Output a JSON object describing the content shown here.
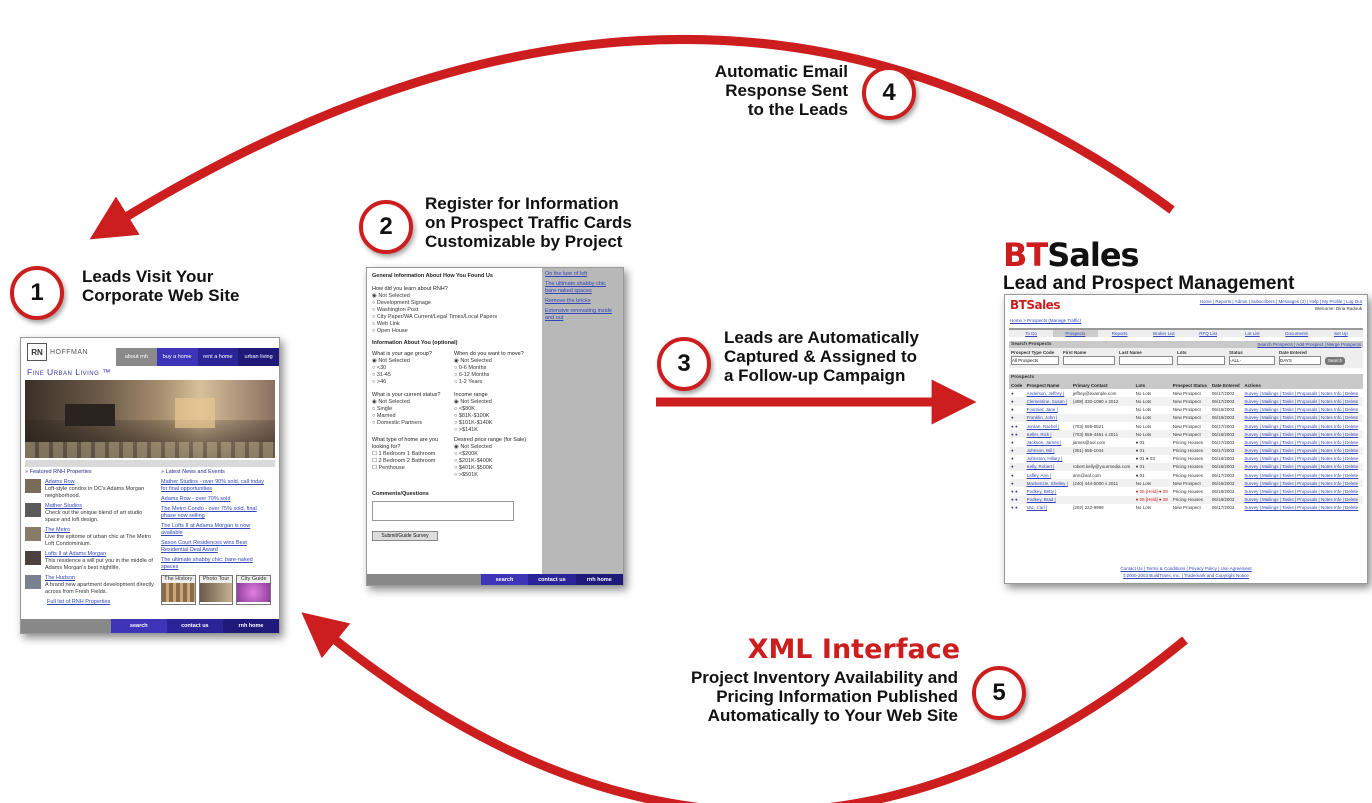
{
  "steps": [
    {
      "number": "1",
      "text": [
        "Leads Visit Your",
        "Corporate Web Site"
      ]
    },
    {
      "number": "2",
      "text": [
        "Register for Information",
        "on Prospect Traffic Cards",
        "Customizable by Project"
      ]
    },
    {
      "number": "3",
      "text": [
        "Leads are Automatically",
        "Captured & Assigned to",
        "a Follow-up Campaign"
      ]
    },
    {
      "number": "4",
      "text": [
        "Automatic Email",
        "Response Sent",
        "to the Leads"
      ]
    },
    {
      "number": "5",
      "text": [
        "Project Inventory Availability and",
        "Pricing Information Published",
        "Automatically to Your Web Site"
      ]
    }
  ],
  "btsales": {
    "brand_bt": "BT",
    "brand_sales": "Sales",
    "subtitle": "Lead and Prospect Management"
  },
  "xml_title": "XML Interface",
  "colors": {
    "red": "#cc1e1e",
    "navy": "#1f1a8c",
    "purple": "#5a3fb0",
    "gray": "#8a8a8a"
  },
  "website": {
    "logo_letters": "RN",
    "logo_word": "HOFFMAN",
    "nav": [
      "about rnh",
      "buy a home",
      "rent a home",
      "urban living"
    ],
    "banner": "Fine Urban Living ™",
    "featured_title": "Featured RNH Properties",
    "news_title": "Latest News and Events",
    "properties": [
      {
        "name": "Adams Row",
        "desc": "Loft-style condos in DC's Adams Morgan neighborhood."
      },
      {
        "name": "Mather Studios",
        "desc": "Check out the unique blend of art studio space and loft design."
      },
      {
        "name": "The Metro",
        "desc": "Live the epitome of urban chic at The Metro Loft Condominium."
      },
      {
        "name": "Lofts II at Adams Morgan",
        "desc": "This residence a will put you in the middle of Adams Morgan's best nightlife."
      },
      {
        "name": "The Hudson",
        "desc": "A brand new apartment development directly across from Fresh Fields."
      }
    ],
    "full_list": "Full list of RNH Properties",
    "news": [
      "Mather Studios - over 90% sold, call today for final opportunities",
      "Adams Row - over 70% sold",
      "The Metro Condo - over 75% sold, final phase now selling",
      "The Lofts II at Adams Morgan is now available",
      "Saxon Court Residences wins Best Residential Deal Award",
      "The ultimate shabby chic: bare-naked spaces"
    ],
    "tiles": [
      "The History",
      "Photo Tour",
      "City Guide"
    ],
    "footer": [
      "search",
      "contact us",
      "rnh home"
    ]
  },
  "form": {
    "heading1": "General Information About How You Found Us",
    "q1": "How did you learn about RNH?",
    "q1_options": [
      "Not Selected",
      "Development Signage",
      "Washington Post",
      "City Paper/WA Current/Legal Times/Local Papers",
      "Web Link",
      "Open House"
    ],
    "heading2": "Information About You (optional)",
    "q_age": "What is your age group?",
    "age_options": [
      "Not Selected",
      "<30",
      "31-45",
      ">46"
    ],
    "q_move": "When do you want to move?",
    "move_options": [
      "Not Selected",
      "0-6 Months",
      "6-12 Months",
      "1-2 Years"
    ],
    "q_status": "What is your current status?",
    "status_options": [
      "Not Selected",
      "Single",
      "Married",
      "Domestic Partners"
    ],
    "q_income": "Income range",
    "income_options": [
      "Not Selected",
      "<$80K",
      "$81K-$100K",
      "$101K-$140K",
      ">$141K"
    ],
    "q_type": "What type of home are you looking for?",
    "type_options": [
      "1 Bedroom 1 Bathroom",
      "2 Bedroom 2 Bathroom",
      "Penthouse"
    ],
    "q_price": "Desired price range (for Sale)",
    "price_options": [
      "Not Selected",
      "<$200K",
      "$201K-$400K",
      "$401K-$500K",
      ">$501K"
    ],
    "comments": "Comments/Questions",
    "submit": "Submit/Guide Survey",
    "side_links": [
      "On the lure of loft",
      "The ultimate shabby chic bare-naked spaces",
      "Remove the bricks",
      "Extensive renovating inside and out"
    ],
    "footer": [
      "search",
      "contact us",
      "rnh home"
    ]
  },
  "app": {
    "brand": "BTSales",
    "top_links": "Home | Reports | Admin | Subscribers | Messages (2) | Help | My Profile | Log Out",
    "welcome": "Welcome: Dina Radouk",
    "breadcrumb": "Home > Prospects (Manage Traffic)",
    "tabs": [
      "To Do",
      "Prospects",
      "Reports",
      "Broker List",
      "RFQ List",
      "Lot List",
      "Documents",
      "Set Up"
    ],
    "search_title": "Search Prospects",
    "search_links": "Search Prospects | Add Prospect | Merge Prospects",
    "search_fields": [
      "Prospect Type Code",
      "First Name",
      "Last Name",
      "Lots",
      "Status",
      "Date Entered"
    ],
    "search_values": [
      "All Prospects",
      "-ALL-",
      "DAYS"
    ],
    "search_button": "Search",
    "prospects_title": "Prospects",
    "columns": [
      "Code",
      "Prospect Name",
      "Primary Contact",
      "Lots",
      "Prospect Status",
      "Date Entered",
      "Actions"
    ],
    "actions": "Survey | Mailings | Tasks | Proposals | Notes Info | Delete",
    "rows": [
      [
        "●",
        "Anderson, Jeffrey | ",
        "jeffrey@example.com",
        "No Lots",
        "New Prospect",
        "06/17/2003"
      ],
      [
        "●",
        "Clementine, Susan | ",
        "(408) 332-1090 x 2012",
        "No Lots",
        "New Prospect",
        "06/17/2003"
      ],
      [
        "●",
        "Fournier, Jane | ",
        "",
        "No Lots",
        "New Prospect",
        "06/16/2003"
      ],
      [
        "●",
        "Franklin, John | ",
        "",
        "No Lots",
        "New Prospect",
        "06/16/2003"
      ],
      [
        "● ●",
        "Jordan, Rachel | ",
        "(703) 555-5521",
        "No Lots",
        "New Prospect",
        "06/17/2003"
      ],
      [
        "● ●",
        "Keller, Rick | ",
        "(703) 555-4451 x 2011",
        "No Lots",
        "New Prospect",
        "06/16/2003"
      ],
      [
        "●",
        "Jackson, James | ",
        "james@aol.com",
        "● 01",
        "Pricing Houses",
        "06/17/2003"
      ],
      [
        "●",
        "Johnson, Bill | ",
        "(301) 555-1044",
        "● 01",
        "Pricing Houses",
        "06/17/2003"
      ],
      [
        "●",
        "Johnston, Hillary | ",
        "",
        "● 01 ● 03",
        "Pricing Houses",
        "06/16/2003"
      ],
      [
        "●",
        "Kelly, Robert | ",
        "robert.kelly@yourmedia.com",
        "● 01",
        "Pricing Houses",
        "06/16/2003"
      ],
      [
        "●",
        "Lafley, Ann | ",
        "ann@aol.com",
        "● 01",
        "Pricing Houses",
        "06/17/2003"
      ],
      [
        "●",
        "Mackenzie, Shelley | ",
        "(240) 444-5000 x 2011",
        "No Lots",
        "New Prospect",
        "06/16/2003"
      ],
      [
        "● ●",
        "Podkey, Betty | ",
        "",
        "● 05 [Held] ● 08",
        "Pricing Houses",
        "06/18/2003"
      ],
      [
        "● ●",
        "Podkey, Brad | ",
        "",
        "● 05 [Held] ● 08",
        "Pricing Houses",
        "06/18/2003"
      ],
      [
        "● ●",
        "Vaz, Carl | ",
        "(202) 222-9999",
        "No Lots",
        "New Prospect",
        "06/17/2003"
      ]
    ],
    "footer1": "Contact Us | Terms & Conditions | Privacy Policy | Use Agreement",
    "footer2": "©2000-2003 BuildTrans, Inc. | Trademark and Copyright Notice"
  }
}
